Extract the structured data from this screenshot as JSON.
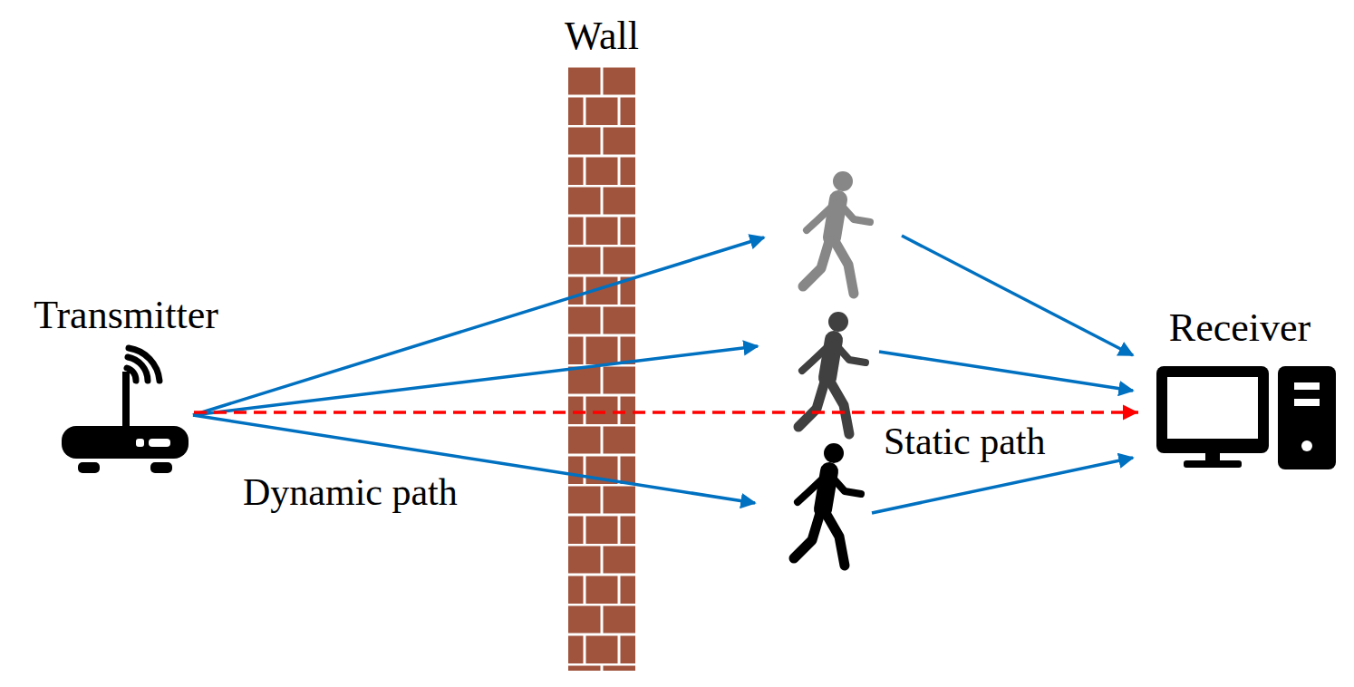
{
  "diagram": {
    "nodes": [
      {
        "text": [
          "Transmitter"
        ]
      },
      {
        "text": [
          "Wall"
        ]
      },
      {
        "text": [
          "Receiver"
        ]
      }
    ],
    "edges": [
      {
        "from": 0,
        "to": 2,
        "arrow": "to"
      }
    ],
    "labels": [
      "Dynamic path",
      "Static path"
    ]
  }
}
